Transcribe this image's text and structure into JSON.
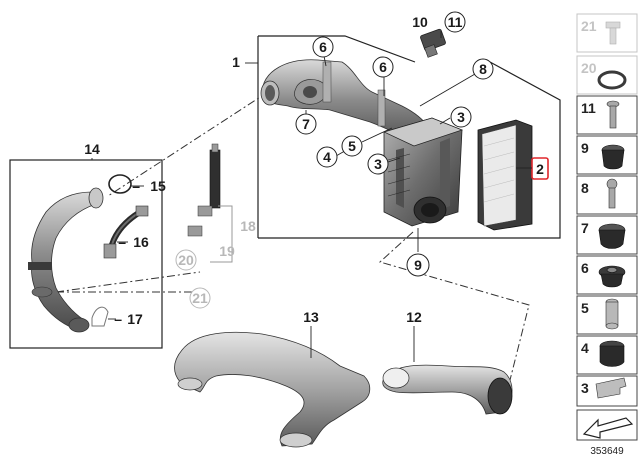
{
  "diagram": {
    "callouts": {
      "c1": "1",
      "c2": "2",
      "c3a": "3",
      "c3b": "3",
      "c4": "4",
      "c5": "5",
      "c6a": "6",
      "c6b": "6",
      "c7": "7",
      "c8": "8",
      "c9": "9",
      "c10": "10",
      "c11": "11",
      "c12": "12",
      "c13": "13",
      "c14": "14",
      "c15": "15",
      "c16": "16",
      "c17": "17",
      "c18": "18",
      "c19": "19",
      "c20": "20",
      "c21": "21"
    },
    "side_panel": {
      "items": [
        "21",
        "20",
        "11",
        "9",
        "8",
        "7",
        "6",
        "5",
        "4",
        "3"
      ]
    },
    "diagram_id": "353649",
    "colors": {
      "line": "#222222",
      "part_gray": "#8a8a8a",
      "part_dark": "#3a3a3a",
      "muted": "#b8b8b8",
      "highlight": "#e0262b"
    }
  }
}
